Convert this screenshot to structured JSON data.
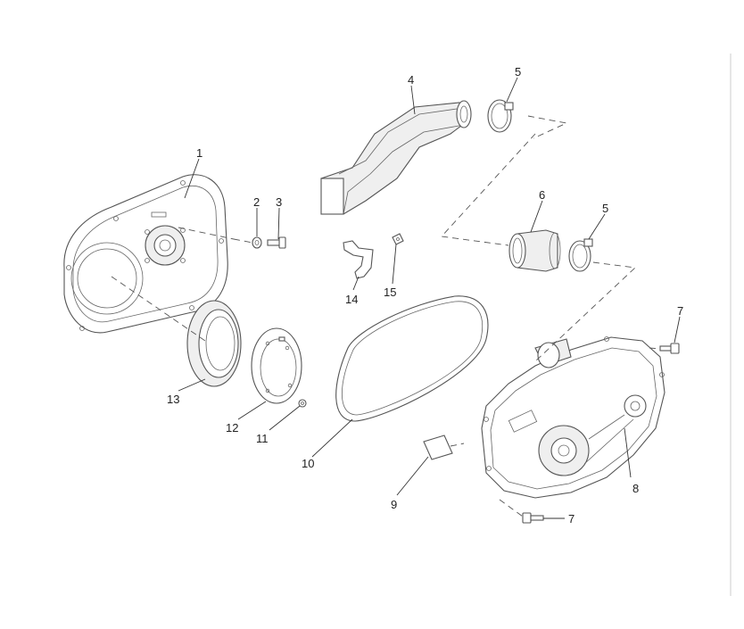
{
  "diagram": {
    "callouts": {
      "c1": "1",
      "c2": "2",
      "c3": "3",
      "c4": "4",
      "c5a": "5",
      "c5b": "5",
      "c6": "6",
      "c7a": "7",
      "c7b": "7",
      "c8": "8",
      "c9": "9",
      "c10": "10",
      "c11": "11",
      "c12": "12",
      "c13": "13",
      "c14": "14",
      "c15": "15"
    },
    "colors": {
      "line": "#555555",
      "text": "#222222",
      "background": "#ffffff"
    }
  }
}
